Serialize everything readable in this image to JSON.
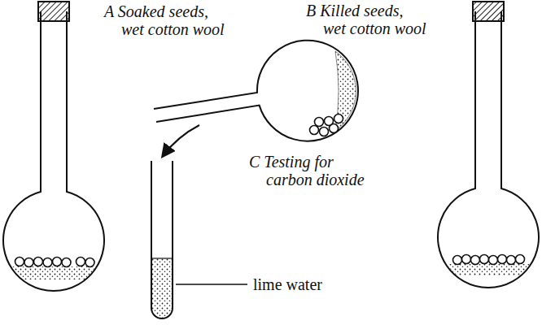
{
  "diagram": {
    "labels": [
      "A Soaked seeds, wet cotton wool",
      "B Killed seeds, wet cotton wool",
      "C Testing for carbon dioxide",
      "lime water"
    ]
  }
}
